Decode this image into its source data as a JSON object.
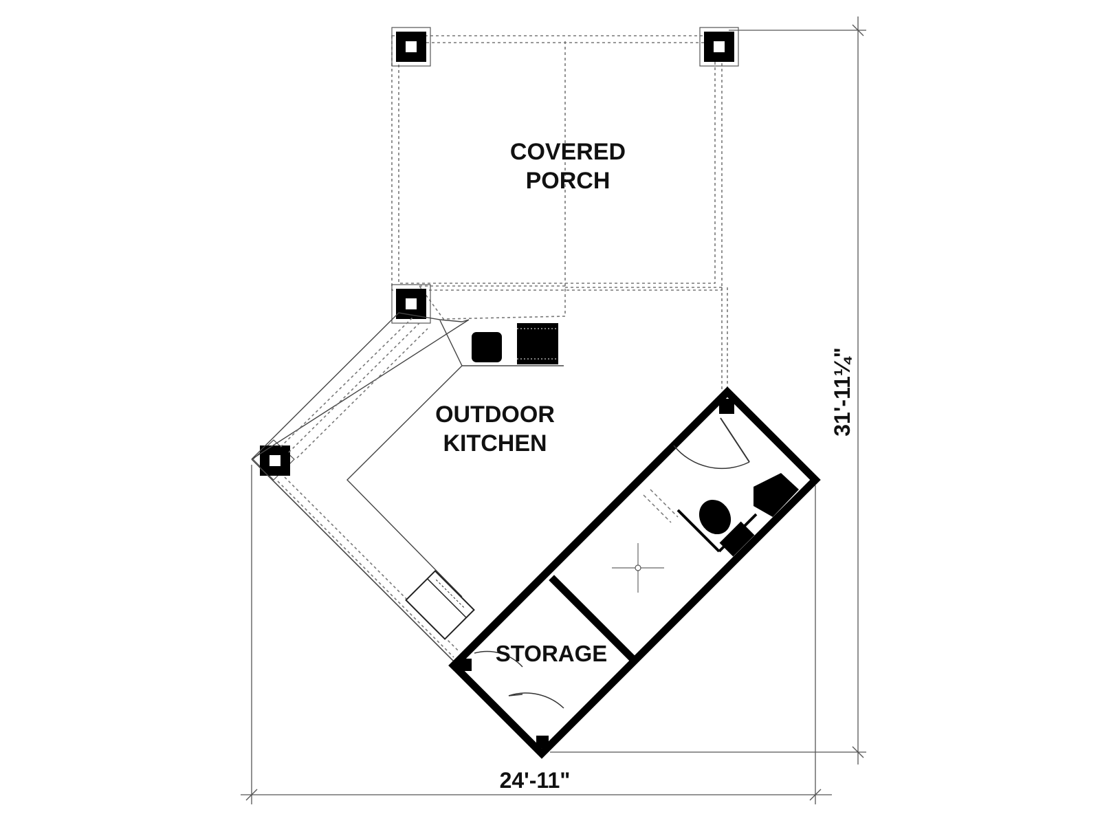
{
  "rooms": {
    "covered_porch": [
      "COVERED",
      "PORCH"
    ],
    "outdoor_kitchen": [
      "OUTDOOR",
      "KITCHEN"
    ],
    "storage": "STORAGE"
  },
  "dimensions": {
    "width": "24'-11\"",
    "height": "31'-11¼\""
  },
  "colors": {
    "ink": "#000000",
    "line": "#444444",
    "dashed": "#777777"
  }
}
